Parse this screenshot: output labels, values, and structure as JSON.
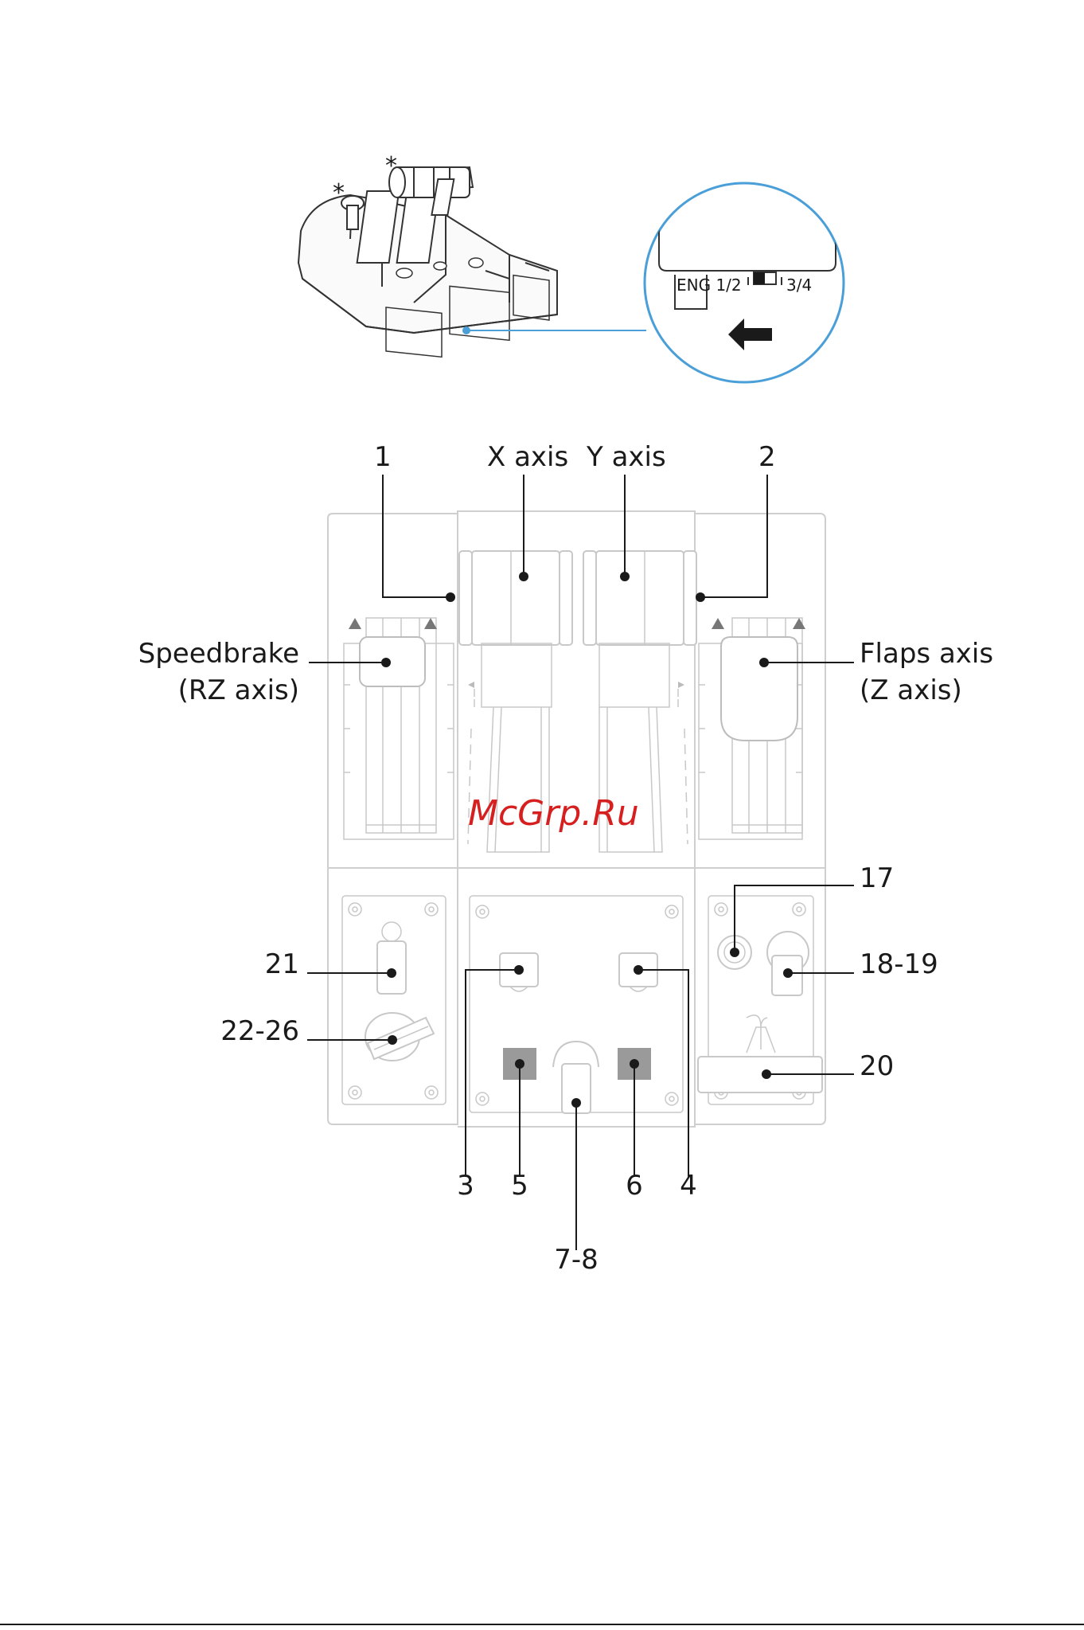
{
  "top_figure": {
    "asterisk_1": "*",
    "asterisk_2": "*",
    "switch_left_label": "ENG 1/2",
    "switch_right_label": "3/4"
  },
  "labels": {
    "l1": "1",
    "x_axis": "X axis",
    "y_axis": "Y axis",
    "l2": "2",
    "speedbrake_1": "Speedbrake",
    "speedbrake_2": "(RZ axis)",
    "flaps_1": "Flaps axis",
    "flaps_2": "(Z axis)",
    "l17": "17",
    "l18_19": "18-19",
    "l20": "20",
    "l21": "21",
    "l22_26": "22-26",
    "l3": "3",
    "l5": "5",
    "l6": "6",
    "l4": "4",
    "l7_8": "7-8"
  },
  "watermark": "McGrp.Ru",
  "colors": {
    "callout_blue": "#4a9fd8",
    "watermark_red": "#d62020",
    "outline_gray": "#cfcfcf",
    "button_fill": "#9a9a9a"
  }
}
